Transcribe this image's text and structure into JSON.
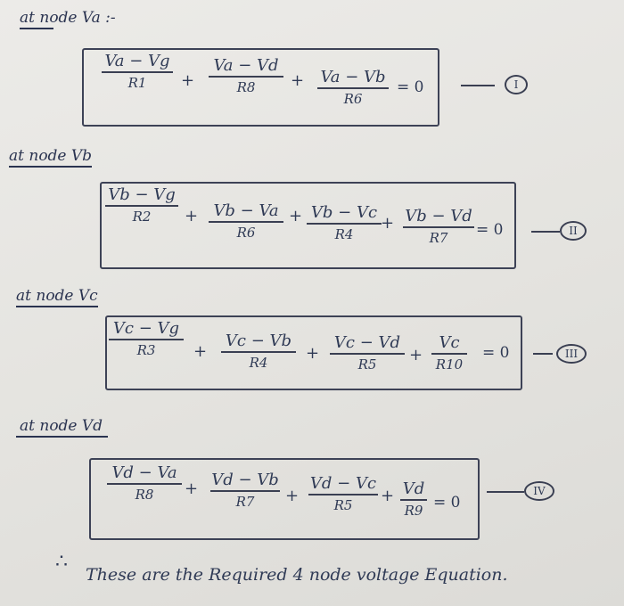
{
  "sections": [
    {
      "heading": "at node Va :-",
      "terms": [
        {
          "num": "Va − Vg",
          "den": "R1"
        },
        {
          "num": "Va − Vd",
          "den": "R8"
        },
        {
          "num": "Va − Vb",
          "den": "R6"
        }
      ],
      "rhs": "= 0",
      "tag": "I"
    },
    {
      "heading": "at node Vb",
      "terms": [
        {
          "num": "Vb − Vg",
          "den": "R2"
        },
        {
          "num": "Vb − Va",
          "den": "R6"
        },
        {
          "num": "Vb − Vc",
          "den": "R4"
        },
        {
          "num": "Vb − Vd",
          "den": "R7"
        }
      ],
      "rhs": "= 0",
      "tag": "II"
    },
    {
      "heading": "at node Vc",
      "terms": [
        {
          "num": "Vc − Vg",
          "den": "R3"
        },
        {
          "num": "Vc − Vb",
          "den": "R4"
        },
        {
          "num": "Vc − Vd",
          "den": "R5"
        },
        {
          "num": "Vc",
          "den": "R10"
        }
      ],
      "rhs": "= 0",
      "tag": "III"
    },
    {
      "heading": "at node Vd",
      "terms": [
        {
          "num": "Vd − Va",
          "den": "R8"
        },
        {
          "num": "Vd − Vb",
          "den": "R7"
        },
        {
          "num": "Vd − Vc",
          "den": "R5"
        },
        {
          "num": "Vd",
          "den": "R9"
        }
      ],
      "rhs": "= 0",
      "tag": "IV"
    }
  ],
  "plus": "+",
  "footer": {
    "symbol": "∴",
    "text": "These are the Required 4 node voltage Equation."
  }
}
